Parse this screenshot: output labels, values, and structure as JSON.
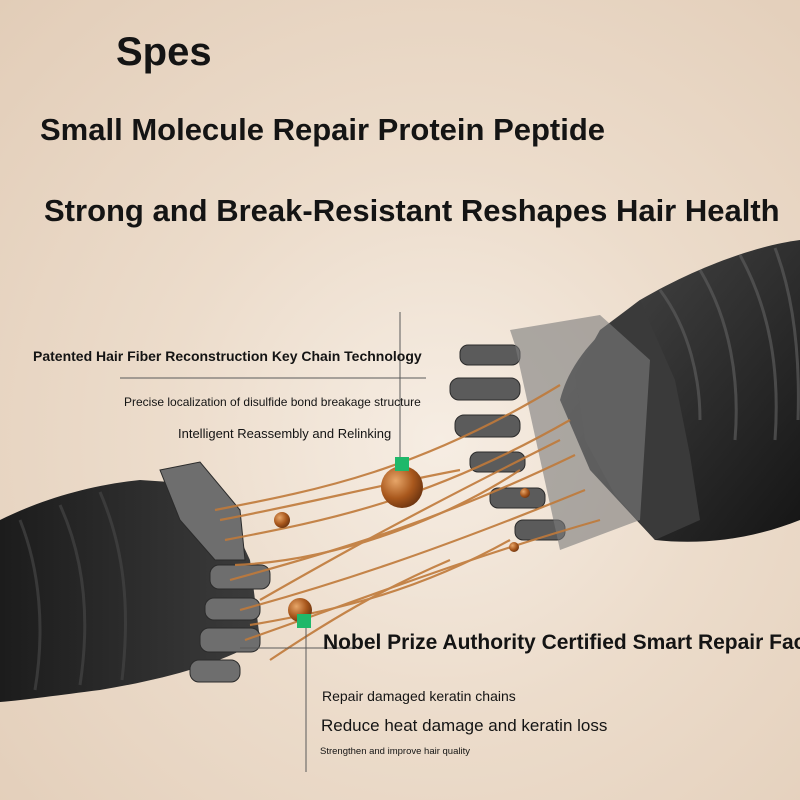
{
  "brand": "Spes",
  "headline": {
    "line1": "Small Molecule Repair Protein Peptide",
    "line2": "Strong and Break-Resistant Reshapes Hair Health"
  },
  "callout_top": {
    "heading": "Patented Hair Fiber Reconstruction Key Chain Technology",
    "lines": [
      "Precise localization of disulfide bond breakage structure",
      "Intelligent Reassembly and Relinking"
    ]
  },
  "callout_bottom": {
    "heading": "Nobel Prize Authority Certified Smart Repair Factor",
    "lines": [
      "Repair damaged keratin chains",
      "Reduce heat damage and keratin loss",
      "Strengthen and improve hair quality"
    ]
  },
  "colors": {
    "marker": "#1fb86a",
    "fiber": "#c07a3a",
    "droplet": "#a9581d",
    "hair": "#2a2a2a"
  }
}
